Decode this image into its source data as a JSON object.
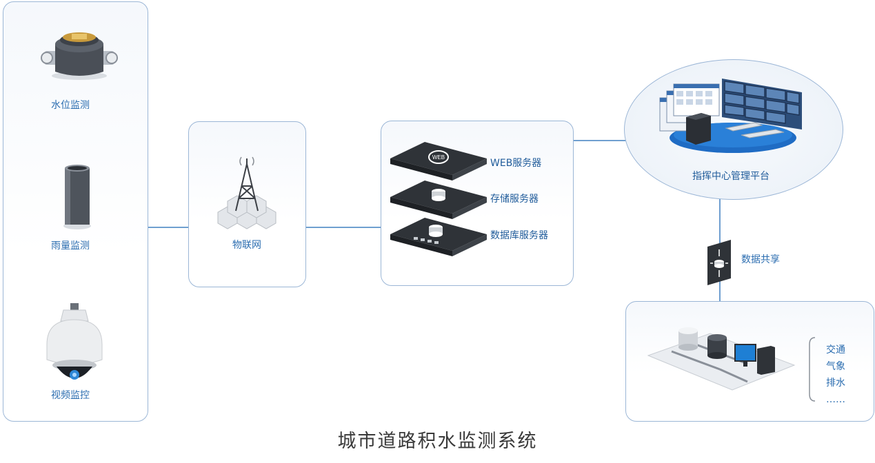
{
  "title": "城市道路积水监测系统",
  "sensors": {
    "water_level": "水位监测",
    "rainfall": "雨量监测",
    "video": "视频监控"
  },
  "iot": {
    "label": "物联网"
  },
  "servers": {
    "web": "WEB服务器",
    "storage": "存储服务器",
    "database": "数据库服务器",
    "web_icon_text": "WEB"
  },
  "command_center": {
    "label": "指挥中心管理平台"
  },
  "sharing": {
    "label": "数据共享",
    "departments": [
      "交通",
      "气象",
      "排水",
      "……"
    ]
  },
  "colors": {
    "border": "#9bb6d6",
    "line": "#6f9fd0",
    "label": "#2b6db0"
  }
}
